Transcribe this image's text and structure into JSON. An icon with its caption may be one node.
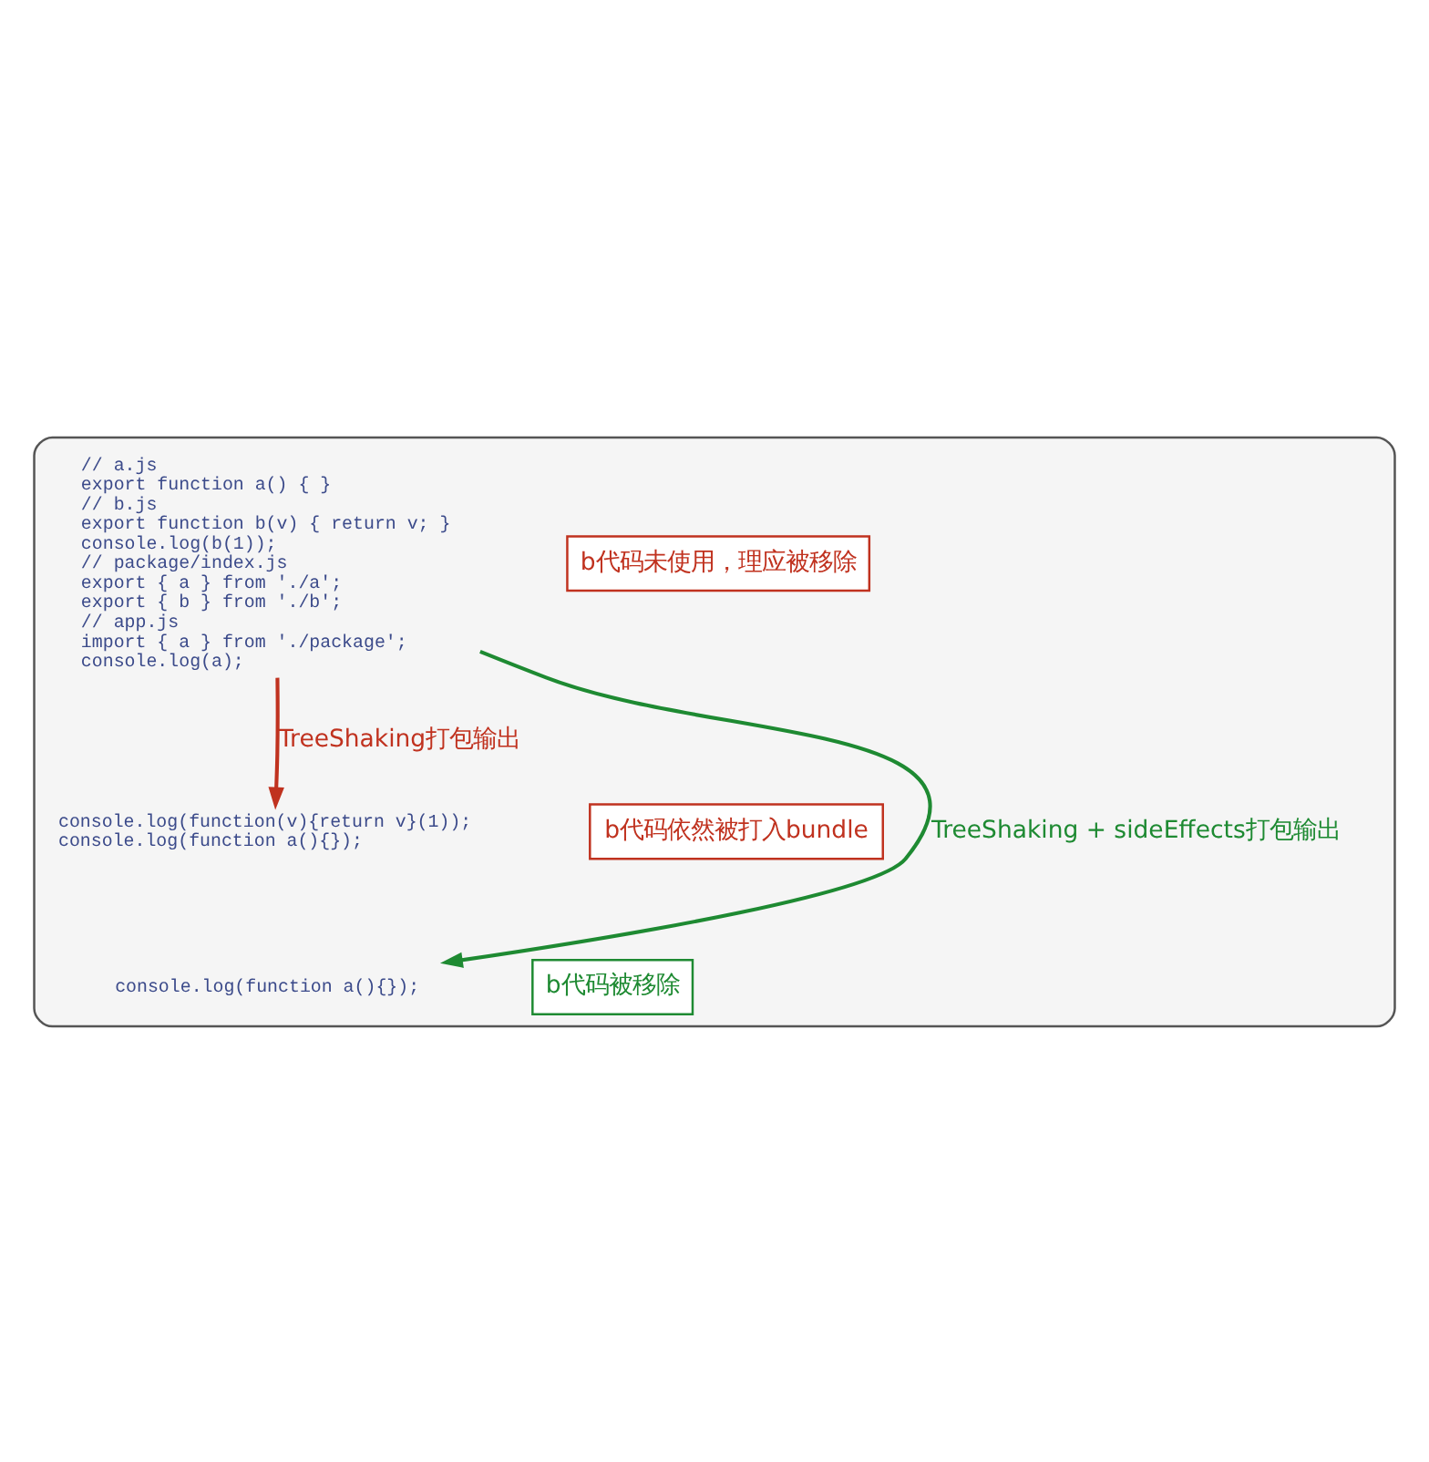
{
  "diagram": {
    "nodes": [
      {
        "text": [],
        "shape": "box"
      },
      {
        "text": [
          "// a.js",
          "export function a() { }",
          "// b.js",
          "export function b(v) { return v; }",
          "console.log(b(1));",
          "// package/index.js",
          "export { a } from './a';",
          "export { b } from './b';",
          "// app.js",
          "import { a } from './package';",
          "console.log(a);"
        ],
        "in": 0
      },
      {
        "text": [
          "b代码未使用，理应被移除"
        ],
        "in": 0
      },
      {
        "text": [
          "console.log(function(v){return v}(1));",
          "console.log(function a(){});"
        ],
        "in": 0
      },
      {
        "text": [
          "b代码依然被打入bundle"
        ],
        "in": 0
      },
      {
        "text": [
          "console.log(function a(){});"
        ],
        "in": 0
      },
      {
        "text": [
          "b代码被移除"
        ],
        "in": 0
      }
    ],
    "edges": [
      {
        "from": 1,
        "to": 3,
        "arrow": "to",
        "label": "TreeShaking打包输出",
        "color": "#c0321f"
      },
      {
        "from": 1,
        "to": 5,
        "arrow": "to",
        "label": "TreeShaking + sideEffects打包输出",
        "color": "#1e8a32"
      }
    ]
  }
}
